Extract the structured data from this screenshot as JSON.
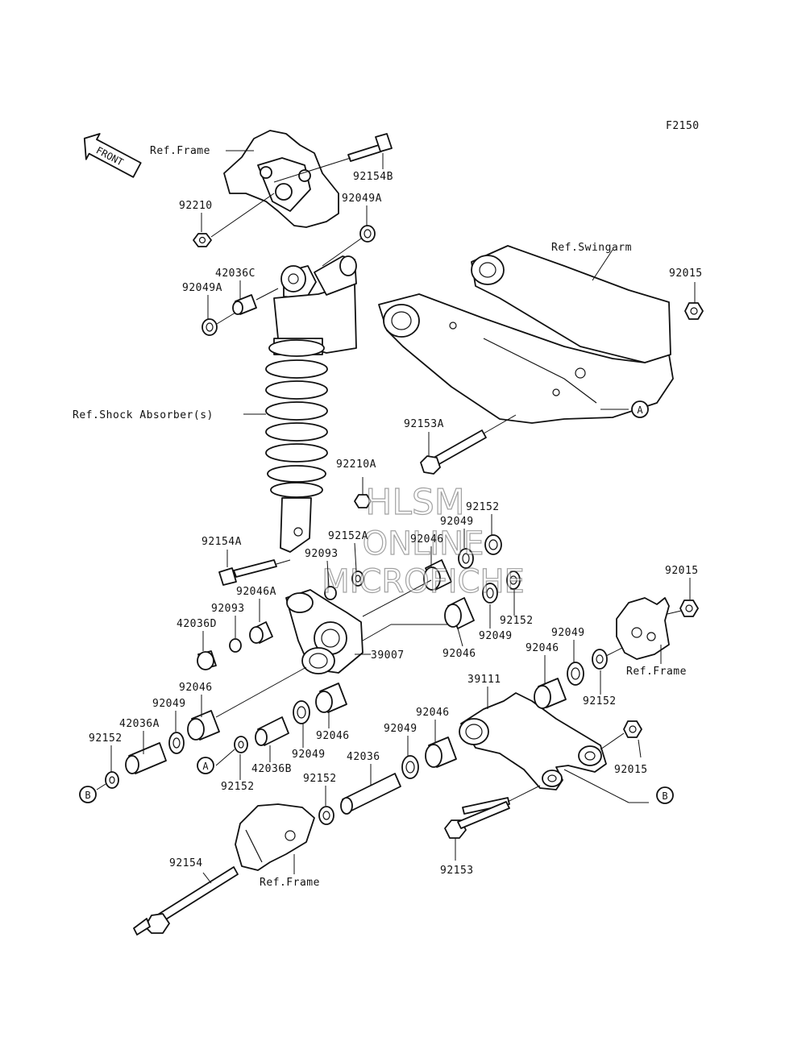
{
  "figure_code": "F2150",
  "front_arrow": "FRONT",
  "watermark": [
    "HLSM",
    "ONLINE",
    "MICROFICHE"
  ],
  "labels": {
    "ref_frame_top": "Ref.Frame",
    "p92154B": "92154B",
    "p92210": "92210",
    "p92049A_top": "92049A",
    "p42036C": "42036C",
    "p92049A_left": "92049A",
    "ref_swingarm": "Ref.Swingarm",
    "p92015_top": "92015",
    "ref_shock": "Ref.Shock Absorber(s)",
    "p92153A": "92153A",
    "p92210A": "92210A",
    "p92152_top": "92152",
    "p92049_a": "92049",
    "p92152A": "92152A",
    "p92046_a": "92046",
    "p92154A": "92154A",
    "p92093_a": "92093",
    "p92046A": "92046A",
    "p92093_b": "92093",
    "p92015_right": "92015",
    "p42036D": "42036D",
    "p92152_b": "92152",
    "p92049_b": "92049",
    "p39007": "39007",
    "p92046_b": "92046",
    "p92049_c": "92049",
    "p92046_c": "92046",
    "ref_frame_right": "Ref.Frame",
    "p92152_c": "92152",
    "p39111": "39111",
    "p92046_d": "92046",
    "p92049_d": "92049",
    "p42036A": "42036A",
    "p92152_left": "92152",
    "p92046_e": "92046",
    "p92046_f": "92046",
    "p92049_e": "92049",
    "p42036B": "42036B",
    "p92049_f": "92049",
    "p42036": "42036",
    "p92152_d": "92152",
    "p92152_e": "92152",
    "p92015_bottom": "92015",
    "p92154": "92154",
    "ref_frame_bottom": "Ref.Frame",
    "p92153": "92153"
  },
  "callouts": {
    "A": "A",
    "B": "B"
  }
}
